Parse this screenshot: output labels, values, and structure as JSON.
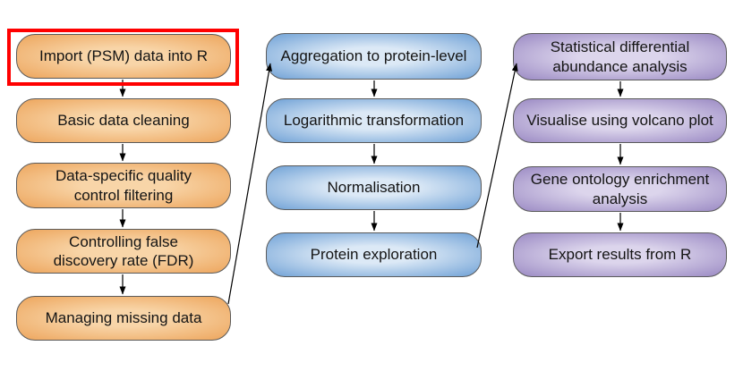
{
  "diagram": {
    "background_color": "#ffffff",
    "arrow_color": "#000000",
    "columns": [
      {
        "theme": "orange",
        "colors": {
          "center": "#f8d5a8",
          "edge": "#eda55c",
          "border": "#5a5a5a"
        },
        "steps": [
          {
            "label": "Import (PSM) data into R",
            "highlighted": true
          },
          {
            "label": "Basic data cleaning"
          },
          {
            "label": "Data-specific quality\ncontrol filtering"
          },
          {
            "label": "Controlling false\ndiscovery rate (FDR)"
          },
          {
            "label": "Managing missing data"
          }
        ]
      },
      {
        "theme": "blue",
        "colors": {
          "center": "#dce9f6",
          "edge": "#6fa1d6",
          "border": "#5a5a5a"
        },
        "steps": [
          {
            "label": "Aggregation to protein-level"
          },
          {
            "label": "Logarithmic transformation"
          },
          {
            "label": "Normalisation"
          },
          {
            "label": "Protein exploration"
          }
        ]
      },
      {
        "theme": "purple",
        "colors": {
          "center": "#dcd5ec",
          "edge": "#9a89c3",
          "border": "#5a5a5a"
        },
        "steps": [
          {
            "label": "Statistical differential\nabundance analysis"
          },
          {
            "label": "Visualise using volcano plot"
          },
          {
            "label": "Gene ontology enrichment\nanalysis"
          },
          {
            "label": "Export results from R"
          }
        ]
      }
    ],
    "highlight": {
      "step": "Import (PSM) data into R",
      "color": "#ff0000"
    },
    "connectors": [
      {
        "from": "Managing missing data",
        "to": "Aggregation to protein-level"
      },
      {
        "from": "Protein exploration",
        "to": "Statistical differential abundance analysis"
      }
    ]
  }
}
